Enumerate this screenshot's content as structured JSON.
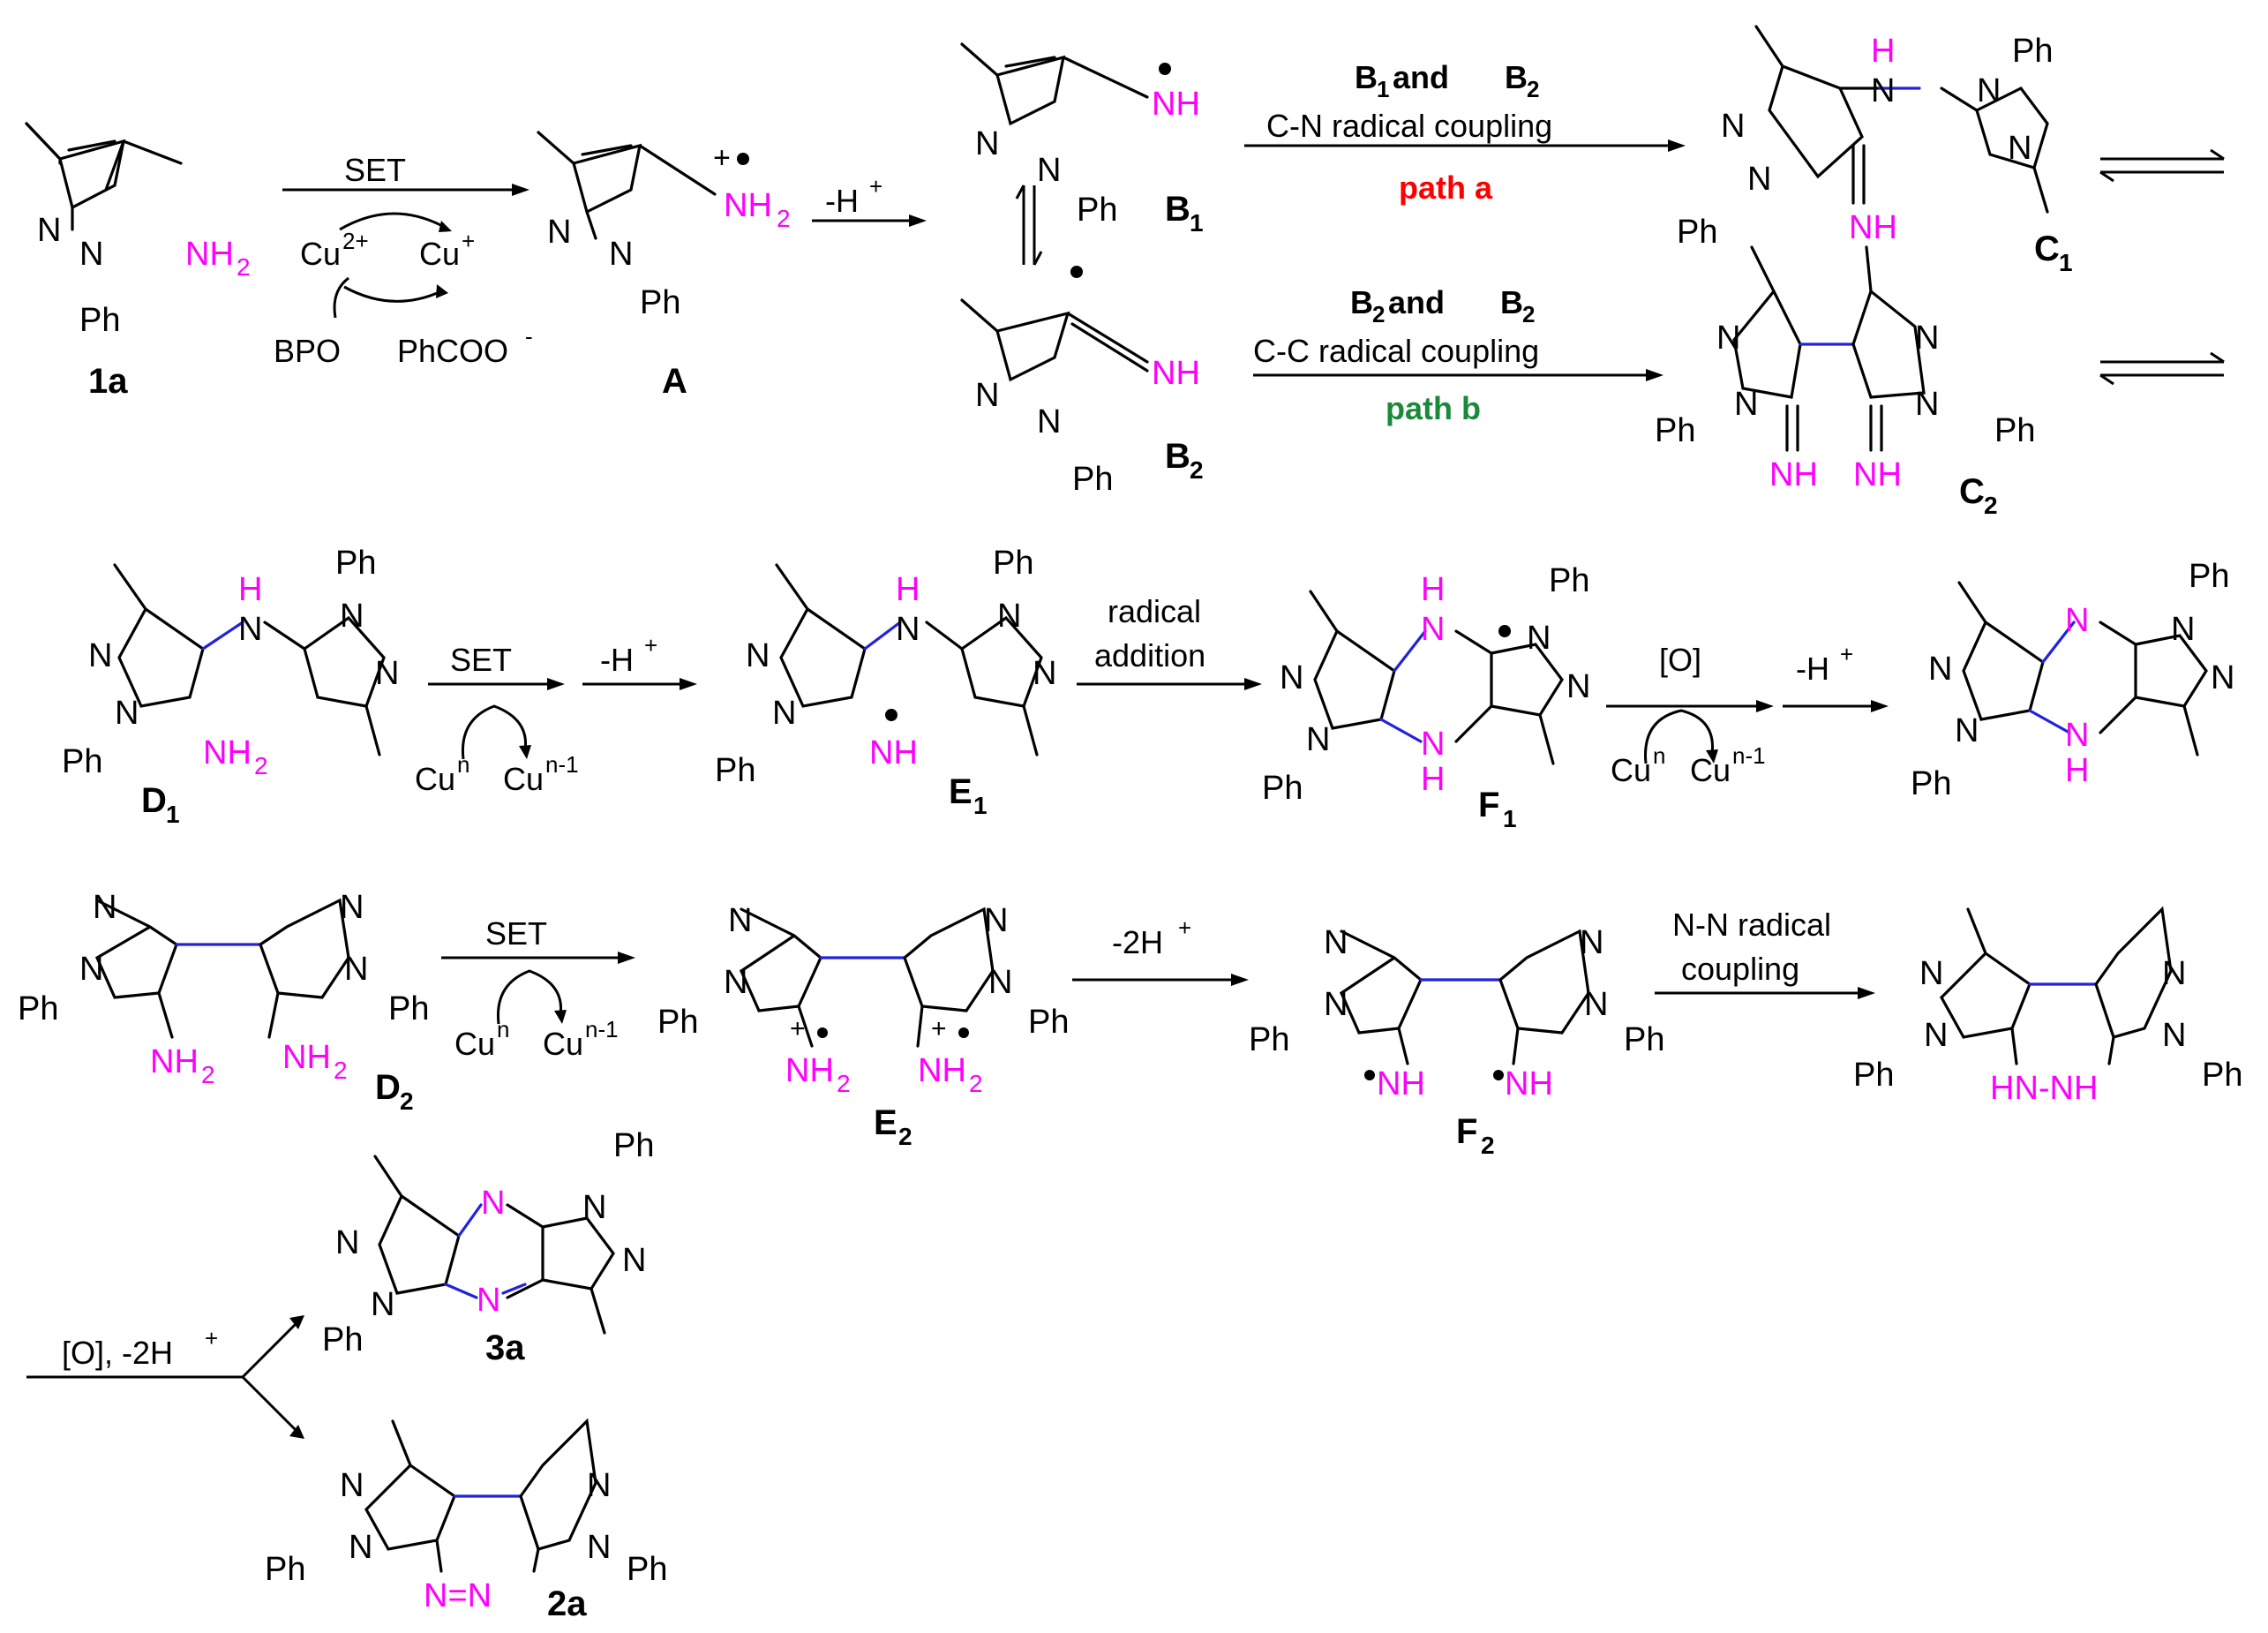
{
  "colors": {
    "highlight": "#ff00ff",
    "new_bond": "#2222dd",
    "path_a": "#ff0000",
    "path_b": "#1a8a3a"
  },
  "compounds": {
    "c1a": "1a",
    "cA": "A",
    "cB1": "B",
    "cB1s": "1",
    "cB2": "B",
    "cB2s": "2",
    "cC1": "C",
    "cC1s": "1",
    "cC2": "C",
    "cC2s": "2",
    "cD1": "D",
    "cD1s": "1",
    "cE1": "E",
    "cE1s": "1",
    "cF1": "F",
    "cF1s": "1",
    "cD2": "D",
    "cD2s": "2",
    "cE2": "E",
    "cE2s": "2",
    "cF2": "F",
    "cF2s": "2",
    "c3a": "3a",
    "c2a": "2a"
  },
  "conditions": {
    "set": "SET",
    "cu2": "Cu",
    "cu2sup": "2+",
    "cu1": "Cu",
    "cu1sup": "+",
    "bpo": "BPO",
    "phcoo": "PhCOO",
    "phcoo_sup": "-",
    "deprot": "-H",
    "deprot_sup": "+",
    "b1b2": "B",
    "b1b2_1": "1",
    "b1b2_and": " and ",
    "b1b2_2": "2",
    "cn_coupling": "C-N radical coupling",
    "path_a": "path a",
    "b2b2": "B",
    "b2b2_1": "2",
    "b2b2_and": " and ",
    "b2b2_2": "2",
    "cc_coupling": "C-C radical coupling",
    "path_b": "path b",
    "radical_addition_1": "radical",
    "radical_addition_2": "addition",
    "oxid": "[O]",
    "cun": "Cu",
    "cun_sup": "n",
    "cun1": "Cu",
    "cun1_sup": "n-1",
    "deprot2": "-2H",
    "deprot2_sup": "+",
    "nn_coupling_1": "N-N radical",
    "nn_coupling_2": "coupling",
    "final": "[O], -2H",
    "final_sup": "+"
  },
  "atoms": {
    "N": "N",
    "Ph": "Ph",
    "NH": "NH",
    "NH2": "NH",
    "two": "2",
    "H": "H",
    "HNNH": "HN-NH",
    "NN": "N=N"
  }
}
